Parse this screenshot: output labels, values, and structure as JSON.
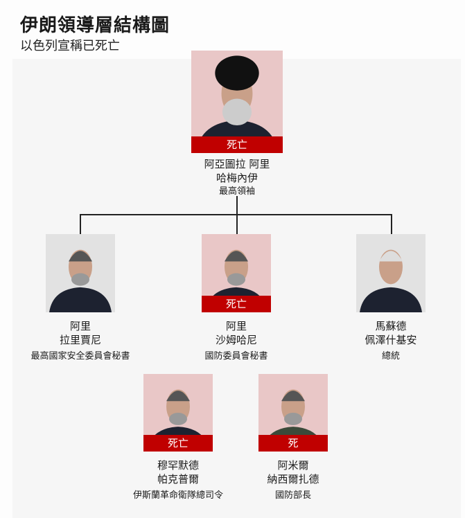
{
  "title": "伊朗領導層結構圖",
  "subtitle": "以色列宣稱已死亡",
  "colors": {
    "dead_badge": "#c00000",
    "dead_bg": "#e9c7c7",
    "alive_bg": "#e2e2e2"
  },
  "people": [
    {
      "name1": "阿亞圖拉 阿里",
      "name2": "哈梅內伊",
      "role": "最高領袖",
      "badge": "死亡"
    },
    {
      "name1": "阿里",
      "name2": "拉里賈尼",
      "role": "最高國家安全委員會秘書",
      "badge": null
    },
    {
      "name1": "阿里",
      "name2": "沙姆哈尼",
      "role": "國防委員會秘書",
      "badge": "死亡"
    },
    {
      "name1": "馬蘇德",
      "name2": "佩澤什基安",
      "role": "總統",
      "badge": null
    },
    {
      "name1": "穆罕默德",
      "name2": "帕克普爾",
      "role": "伊斯蘭革命衛隊總司令",
      "badge": "死亡"
    },
    {
      "name1": "阿米爾",
      "name2": "納西爾扎德",
      "role": "國防部長",
      "badge": "死"
    }
  ]
}
